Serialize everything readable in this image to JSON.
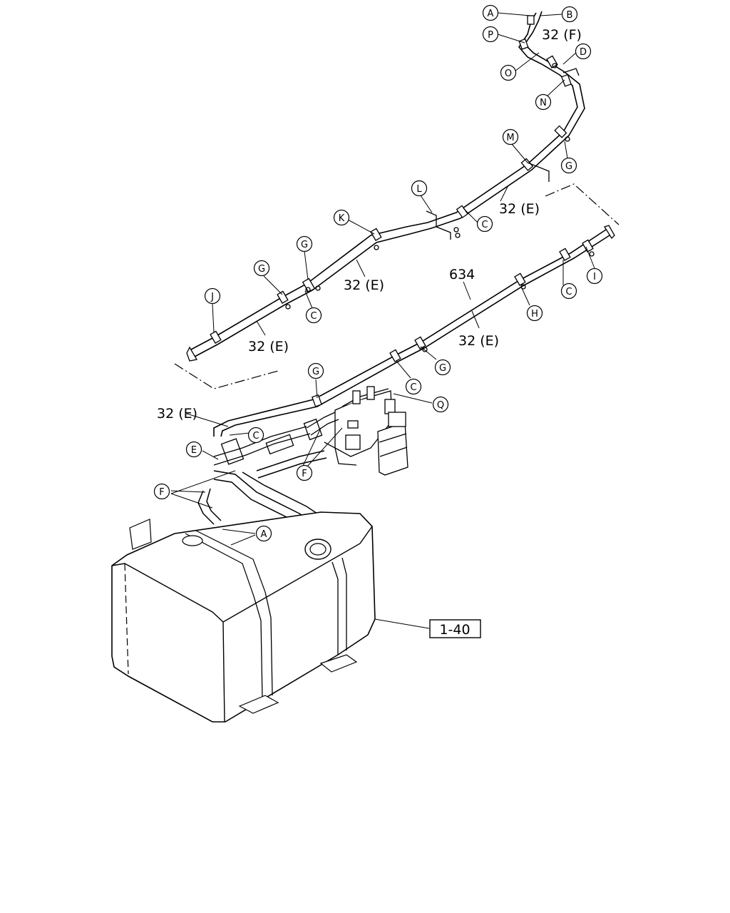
{
  "diagram": {
    "callouts": {
      "A_top": "A",
      "B": "B",
      "P": "P",
      "O": "O",
      "D": "D",
      "N": "N",
      "M": "M",
      "G_right": "G",
      "L": "L",
      "C_right": "C",
      "K": "K",
      "G_mid": "G",
      "G_left": "G",
      "C_mid": "C",
      "J": "J",
      "I": "I",
      "C_low_right": "C",
      "H": "H",
      "G_low": "G",
      "C_low": "C",
      "G_low_left": "G",
      "Q": "Q",
      "C_left": "C",
      "E": "E",
      "F_mid": "F",
      "F_left": "F",
      "A_bottom": "A"
    },
    "labels": {
      "pipe_f": "32 (F)",
      "pipe_e_1": "32 (E)",
      "pipe_e_2": "32 (E)",
      "pipe_e_3": "32 (E)",
      "pipe_e_4": "32 (E)",
      "pipe_e_5": "32 (E)",
      "ref_634": "634",
      "ref_box": "1-40"
    }
  }
}
